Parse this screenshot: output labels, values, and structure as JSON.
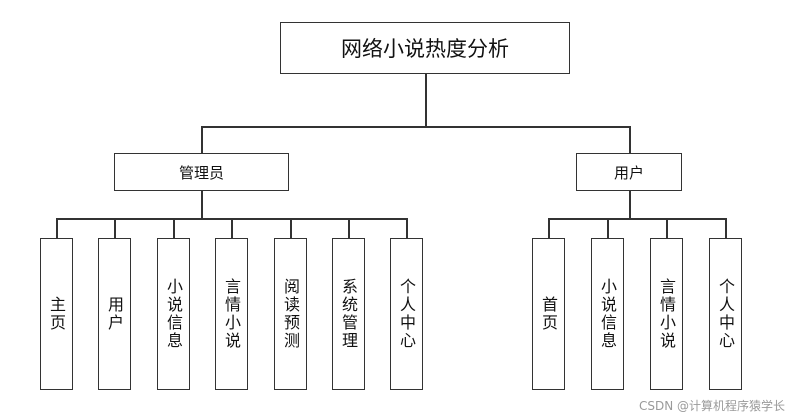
{
  "root": {
    "label": "网络小说热度分析"
  },
  "groups": [
    {
      "label": "管理员",
      "children": [
        "主页",
        "用户",
        "小说信息",
        "言情小说",
        "阅读预测",
        "系统管理",
        "个人中心"
      ]
    },
    {
      "label": "用户",
      "children": [
        "首页",
        "小说信息",
        "言情小说",
        "个人中心"
      ]
    }
  ],
  "watermark": "CSDN @计算机程序猿学长"
}
